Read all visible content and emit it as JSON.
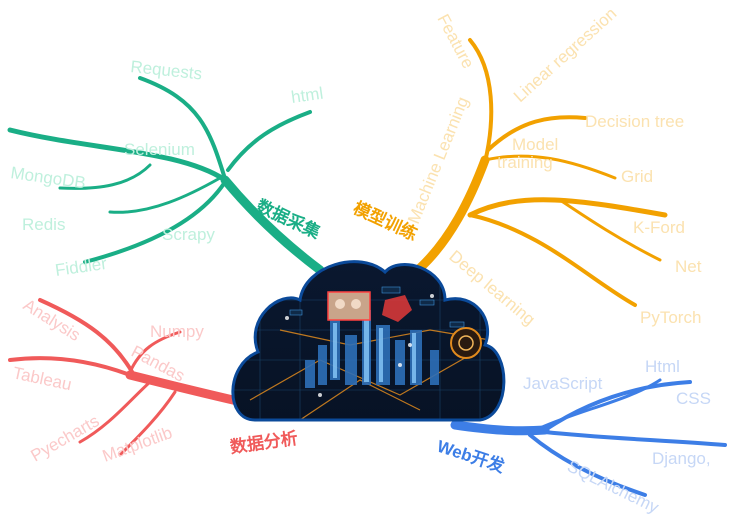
{
  "branches": {
    "collection": {
      "title": "数据采集",
      "color": "#1aae86",
      "light": "#bff0dd",
      "items": [
        "Requests",
        "html",
        "Selenium",
        "MongoDB",
        "Redis",
        "Scrapy",
        "Fiddler"
      ]
    },
    "training": {
      "title": "模型训练",
      "color": "#f2a100",
      "light": "#fbe2b0",
      "items": [
        "Feature",
        "Machine Learning",
        "Linear regression",
        "Model",
        "training",
        "Decision tree",
        "Grid",
        "K-Ford",
        "Net",
        "PyTorch",
        "Deep learning"
      ]
    },
    "analysis": {
      "title": "数据分析",
      "color": "#f05a5a",
      "light": "#fbc9c9",
      "items": [
        "Analysis",
        "Numpy",
        "Pandas",
        "Tableau",
        "Pyecharts",
        "Matplotlib"
      ]
    },
    "web": {
      "title": "Web开发",
      "color": "#3d7ee6",
      "light": "#c6d7f6",
      "items": [
        "JavaScript",
        "Html",
        "CSS",
        "Django,",
        "SQLAlchemy"
      ]
    }
  },
  "center": {
    "image": "city-data-visualization-cloud"
  }
}
